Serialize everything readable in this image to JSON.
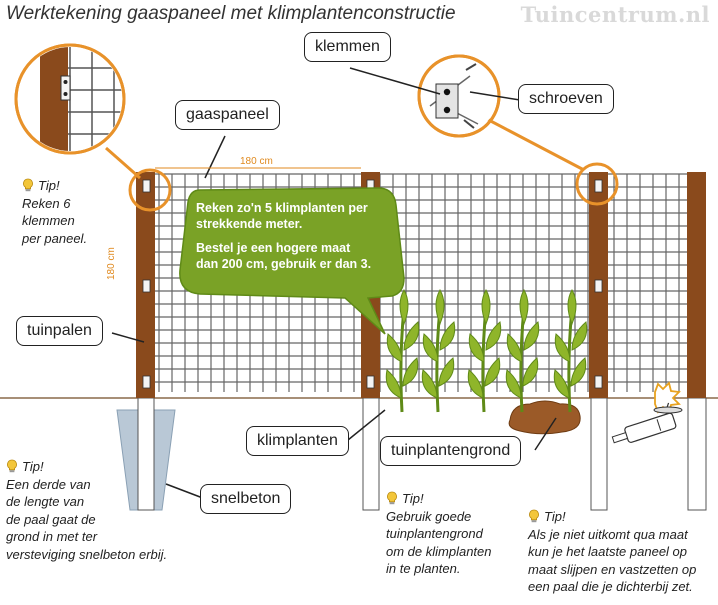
{
  "header": {
    "title": "Werktekening gaaspaneel met klimplantenconstructie",
    "brand": "Tuincentrum.nl"
  },
  "labels": {
    "klemmen": "klemmen",
    "schroeven": "schroeven",
    "gaaspaneel": "gaaspaneel",
    "tuinpalen": "tuinpalen",
    "klimplanten": "klimplanten",
    "tuinplantengrond": "tuinplantengrond",
    "snelbeton": "snelbeton"
  },
  "dimensions": {
    "width": "180 cm",
    "height": "180 cm"
  },
  "bubble": {
    "line1": "Reken zo'n 5 klimplanten  per",
    "line2": "strekkende meter.",
    "line3": "Bestel je een hogere maat",
    "line4": "dan 200 cm, gebruik er dan 3."
  },
  "tips": {
    "tip1": {
      "head": "Tip!",
      "lines": [
        "Reken 6",
        "klemmen",
        "per paneel."
      ]
    },
    "tip2": {
      "head": "Tip!",
      "lines": [
        "Een derde van",
        "de lengte van",
        "de paal gaat de",
        "grond in met ter",
        "versteviging snelbeton erbij."
      ]
    },
    "tip3": {
      "head": "Tip!",
      "lines": [
        "Gebruik goede",
        "tuinplantengrond",
        "om de klimplanten",
        "in te planten."
      ]
    },
    "tip4": {
      "head": "Tip!",
      "lines": [
        "Als je niet uitkomt qua maat",
        "kun je het laatste paneel op",
        "maat slijpen en vastzetten op",
        "een paal die je dichterbij zet."
      ]
    }
  },
  "colors": {
    "post": "#8a4a1c",
    "post_dark": "#5e3210",
    "mesh": "#666666",
    "callout": "#e8922a",
    "plant": "#8fb52a",
    "plant_dark": "#5f8a17",
    "bubble": "#7aa226",
    "soil": "#9b5a28",
    "concrete": "#b9c8d6"
  }
}
